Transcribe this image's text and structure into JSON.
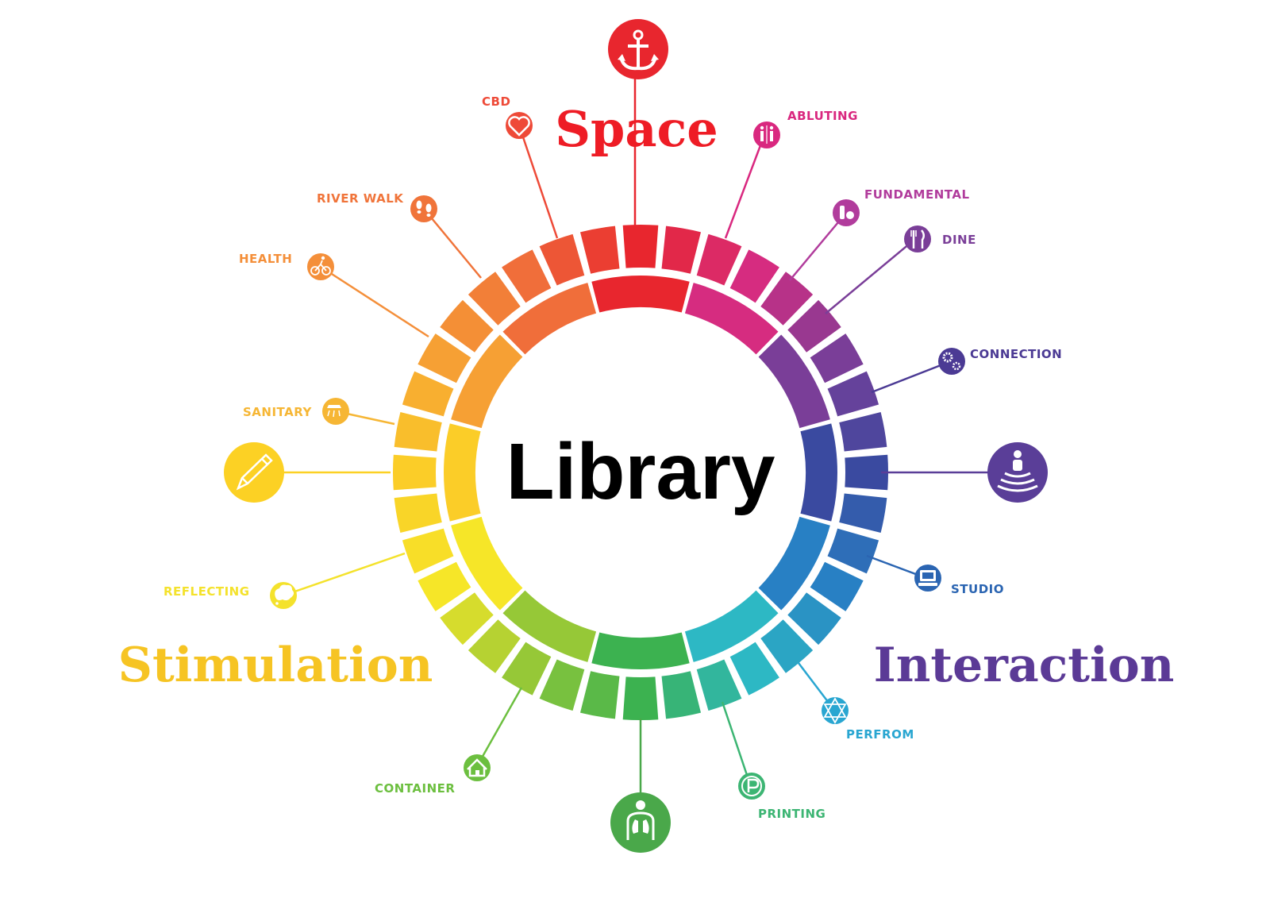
{
  "center": {
    "label": "Library"
  },
  "categories": {
    "space": {
      "label": "Space",
      "color": "#ee1c25"
    },
    "stimulation": {
      "label": "Stimulation",
      "color": "#f6c423"
    },
    "interaction": {
      "label": "Interaction",
      "color": "#5b3a96"
    }
  },
  "spokes": [
    {
      "key": "anchor",
      "label": "",
      "icon": "anchor-icon",
      "color": "#e8262e"
    },
    {
      "key": "cbd",
      "label": "CBD",
      "icon": "heart-icon",
      "color": "#ee4a38"
    },
    {
      "key": "ablutin",
      "label": "ABLUTING",
      "icon": "restroom-icon",
      "color": "#d9287f"
    },
    {
      "key": "fundamental",
      "label": "FUNDAMENTAL",
      "icon": "bottle-apple-icon",
      "color": "#b13c9c"
    },
    {
      "key": "dine",
      "label": "DINE",
      "icon": "fork-knife-icon",
      "color": "#7a3e98"
    },
    {
      "key": "river-walk",
      "label": "RIVER WALK",
      "icon": "footprints-icon",
      "color": "#f0743a"
    },
    {
      "key": "health",
      "label": "HEALTH",
      "icon": "cyclist-icon",
      "color": "#f48f3a"
    },
    {
      "key": "connection",
      "label": "CONNECTION",
      "icon": "gears-icon",
      "color": "#4b3a94"
    },
    {
      "key": "sanitary",
      "label": "SANITARY",
      "icon": "shower-icon",
      "color": "#f6b634"
    },
    {
      "key": "pencil",
      "label": "",
      "icon": "pencil-icon",
      "color": "#fcd124"
    },
    {
      "key": "person-signal",
      "label": "",
      "icon": "person-signal-icon",
      "color": "#5a3e98"
    },
    {
      "key": "reflecting",
      "label": "REFLECTING",
      "icon": "thought-cloud-icon",
      "color": "#f4e22c"
    },
    {
      "key": "studio",
      "label": "STUDIO",
      "icon": "computer-icon",
      "color": "#2b65b2"
    },
    {
      "key": "perfrom",
      "label": "PERFROM",
      "icon": "star-sign-icon",
      "color": "#29a6d1"
    },
    {
      "key": "container",
      "label": "CONTAINER",
      "icon": "house-icon",
      "color": "#6cbf3f"
    },
    {
      "key": "lungs",
      "label": "",
      "icon": "person-lungs-icon",
      "color": "#4aa84a"
    },
    {
      "key": "printing",
      "label": "PRINTING",
      "icon": "parking-p-icon",
      "color": "#3cb573"
    }
  ]
}
